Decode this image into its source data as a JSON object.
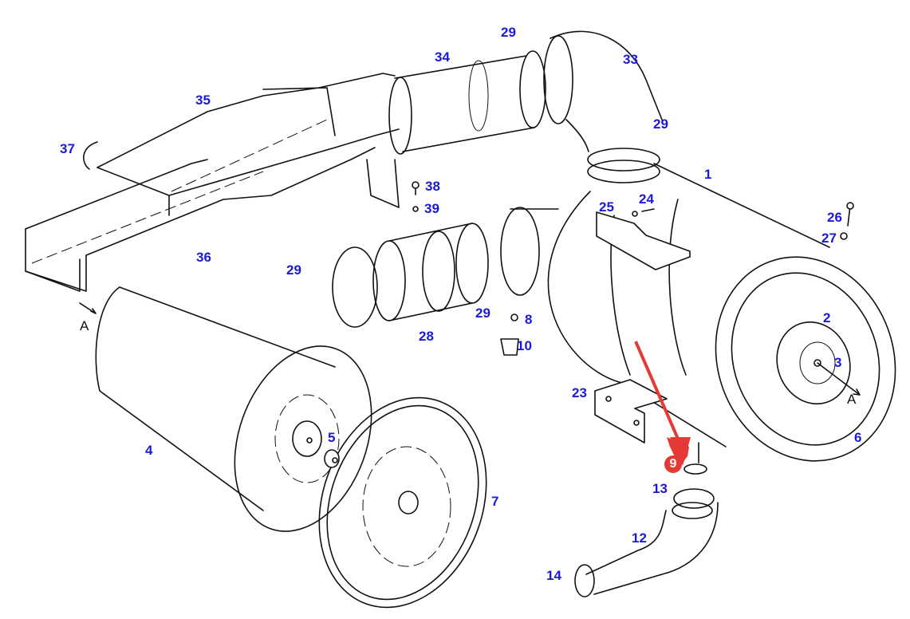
{
  "diagram": {
    "title": "Air filter assembly exploded view",
    "accent_colors": {
      "callout": "#1a1ad6",
      "highlight": "#e53935"
    },
    "callouts": [
      {
        "id": "p1",
        "number": "1"
      },
      {
        "id": "p2",
        "number": "2"
      },
      {
        "id": "p3",
        "number": "3"
      },
      {
        "id": "p4",
        "number": "4"
      },
      {
        "id": "p5",
        "number": "5"
      },
      {
        "id": "p6",
        "number": "6"
      },
      {
        "id": "p7",
        "number": "7"
      },
      {
        "id": "p8",
        "number": "8"
      },
      {
        "id": "p10",
        "number": "10"
      },
      {
        "id": "p12",
        "number": "12"
      },
      {
        "id": "p13",
        "number": "13"
      },
      {
        "id": "p14",
        "number": "14"
      },
      {
        "id": "p23",
        "number": "23"
      },
      {
        "id": "p24",
        "number": "24"
      },
      {
        "id": "p25",
        "number": "25"
      },
      {
        "id": "p26",
        "number": "26"
      },
      {
        "id": "p27",
        "number": "27"
      },
      {
        "id": "p28",
        "number": "28"
      },
      {
        "id": "p29a",
        "number": "29"
      },
      {
        "id": "p29b",
        "number": "29"
      },
      {
        "id": "p29c",
        "number": "29"
      },
      {
        "id": "p29d",
        "number": "29"
      },
      {
        "id": "p33",
        "number": "33"
      },
      {
        "id": "p34",
        "number": "34"
      },
      {
        "id": "p35",
        "number": "35"
      },
      {
        "id": "p36",
        "number": "36"
      },
      {
        "id": "p37",
        "number": "37"
      },
      {
        "id": "p38",
        "number": "38"
      },
      {
        "id": "p39",
        "number": "39"
      }
    ],
    "highlighted_part": {
      "number": "9"
    },
    "view_markers": {
      "left": "A",
      "right": "A"
    }
  }
}
